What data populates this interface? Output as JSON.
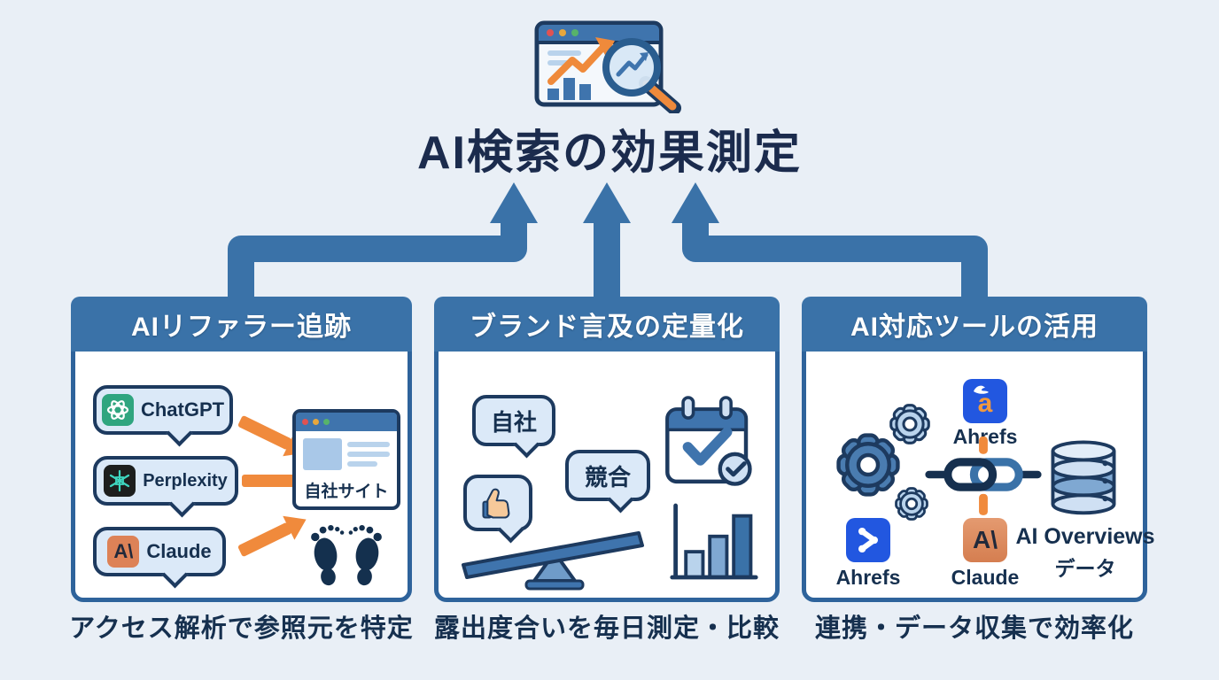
{
  "page": {
    "background_color": "#e9eff6"
  },
  "header": {
    "title": "AI検索の効果測定",
    "hero_icon": "analytics-chart-magnifier"
  },
  "colors": {
    "steel_blue": "#3a72a8",
    "panel_border_blue": "#2e639b",
    "navy_text": "#1b2b4a",
    "orange_accent": "#f08a3c",
    "bubble_fill": "#dbe9f8",
    "panel_background": "#ffffff",
    "chatgpt_green": "#2fa57f",
    "perplexity_black": "#1d1f1e",
    "perplexity_teal": "#3ed6c0",
    "claude_orange": "#dd8257",
    "ahrefs_blue": "#2257e0"
  },
  "panels": [
    {
      "header": "AIリファラー追跡",
      "caption": "アクセス解析で参照元を特定",
      "bubbles": [
        {
          "label": "ChatGPT",
          "icon": "chatgpt-logo"
        },
        {
          "label": "Perplexity",
          "icon": "perplexity-logo"
        },
        {
          "label": "Claude",
          "icon": "claude-logo",
          "glyph": "A\\"
        }
      ],
      "website": {
        "label": "自社サイト"
      }
    },
    {
      "header": "ブランド言及の定量化",
      "caption": "露出度合いを毎日測定・比較",
      "bubbles": [
        {
          "label": "自社"
        },
        {
          "label": "競合"
        }
      ]
    },
    {
      "header": "AI対応ツールの活用",
      "caption": "連携・データ収集で効率化",
      "tools": {
        "ahrefs_share": {
          "label": "Ahrefs"
        },
        "ahrefs_a": {
          "label": "Ahrefs",
          "glyph": "a"
        },
        "claude": {
          "label": "Claude",
          "glyph": "A\\"
        }
      },
      "database": {
        "label_line1": "AI Overviews",
        "label_line2": "データ"
      }
    }
  ]
}
